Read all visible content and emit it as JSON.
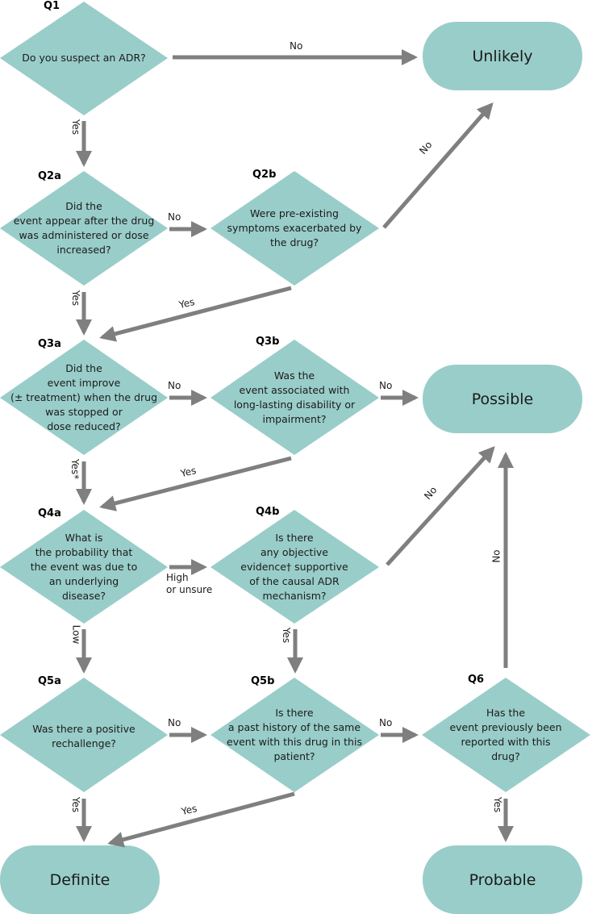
{
  "colors": {
    "shape_fill": "#99cdc9",
    "arrow": "#7f7f7f",
    "text": "#1b1b1b"
  },
  "terminals": {
    "unlikely": "Unlikely",
    "possible": "Possible",
    "definite": "Definite",
    "probable": "Probable"
  },
  "questions": {
    "q1": {
      "id": "Q1",
      "lines": [
        "Do you suspect an ADR?"
      ]
    },
    "q2a": {
      "id": "Q2a",
      "lines": [
        "Did the",
        "event appear after the drug",
        "was administered or dose",
        "increased?"
      ]
    },
    "q2b": {
      "id": "Q2b",
      "lines": [
        "Were pre-existing",
        "symptoms exacerbated by",
        "the drug?"
      ]
    },
    "q3a": {
      "id": "Q3a",
      "lines": [
        "Did the",
        "event improve",
        "(± treatment) when the drug",
        "was stopped or",
        "dose reduced?"
      ]
    },
    "q3b": {
      "id": "Q3b",
      "lines": [
        "Was the",
        "event associated with",
        "long-lasting disability or",
        "impairment?"
      ]
    },
    "q4a": {
      "id": "Q4a",
      "lines": [
        "What is",
        "the probability that",
        "the event was due to",
        "an underlying",
        "disease?"
      ]
    },
    "q4b": {
      "id": "Q4b",
      "lines": [
        "Is there",
        "any objective",
        "evidence† supportive",
        "of the causal ADR",
        "mechanism?"
      ]
    },
    "q5a": {
      "id": "Q5a",
      "lines": [
        "Was there a positive",
        "rechallenge?"
      ]
    },
    "q5b": {
      "id": "Q5b",
      "lines": [
        "Is there",
        "a past history of the same",
        "event with this drug in this",
        "patient?"
      ]
    },
    "q6": {
      "id": "Q6",
      "lines": [
        "Has the",
        "event previously been",
        "reported with this",
        "drug?"
      ]
    }
  },
  "edge_labels": {
    "q1_no": "No",
    "q1_yes": "Yes",
    "q2a_no": "No",
    "q2a_yes": "Yes",
    "q2b_no": "No",
    "q2b_yes": "Yes",
    "q3a_no": "No",
    "q3a_yes": "Yes*",
    "q3b_no": "No",
    "q3b_yes": "Yes",
    "q4a_high": [
      "High",
      "or unsure"
    ],
    "q4a_low": "Low",
    "q4b_no": "No",
    "q4b_yes": "Yes",
    "q5a_no": "No",
    "q5a_yes": "Yes",
    "q5b_no": "No",
    "q5b_yes": "Yes",
    "q6_no": "No",
    "q6_yes": "Yes"
  }
}
